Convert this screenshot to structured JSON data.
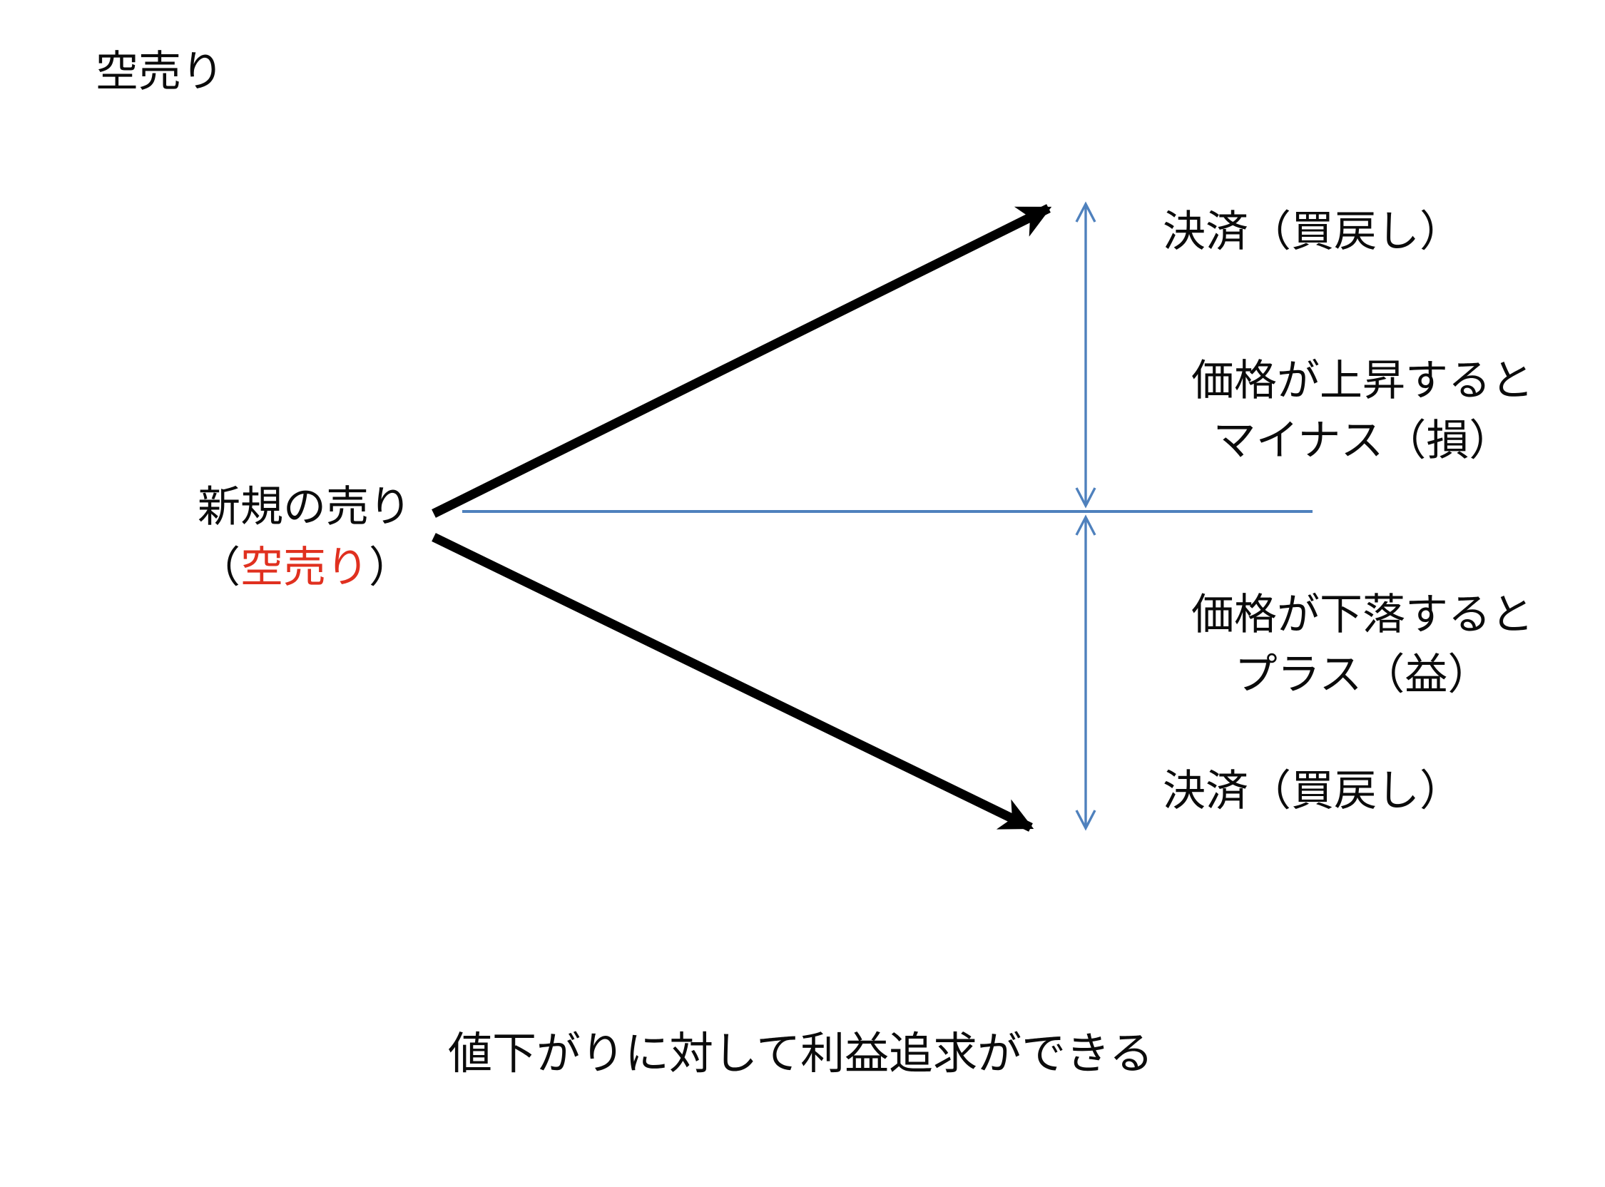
{
  "title": "空売り",
  "origin_label": {
    "line1": "新規の売り",
    "paren_open": "（",
    "highlight": "空売り",
    "paren_close": "）"
  },
  "labels": {
    "settlement_top": "決済（買戻し）",
    "settlement_bottom": "決済（買戻し）",
    "price_up_line1": "価格が上昇すると",
    "price_up_line2": "マイナス（損）",
    "price_down_line1": "価格が下落すると",
    "price_down_line2": "プラス（益）"
  },
  "footer": "値下がりに対して利益追求ができる",
  "colors": {
    "text": "#0b0b0b",
    "highlight_red": "#e0301f",
    "diagram_blue": "#4f81bd",
    "arrow_black": "#000000",
    "background": "#ffffff"
  }
}
